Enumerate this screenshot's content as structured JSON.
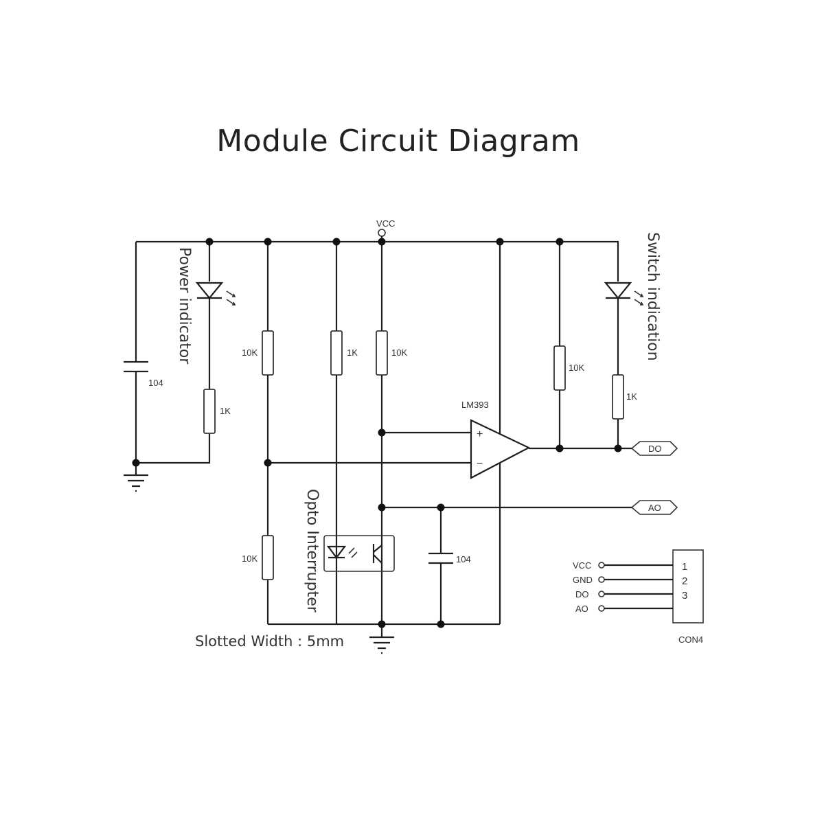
{
  "title": "Module Circuit Diagram",
  "labels": {
    "vcc": "VCC",
    "power_indicator": "Power indicator",
    "switch_indication": "Switch indication",
    "opto_interrupter": "Opto Interrupter",
    "slotted_width": "Slotted Width : 5mm",
    "comparator": "LM393",
    "comparator_plus": "+",
    "comparator_minus": "−"
  },
  "components": {
    "cap_power": "104",
    "cap_ao": "104",
    "r_power_led": "1K",
    "r_divider_top": "10K",
    "r_divider_bottom": "10K",
    "r_opto_led": "1K",
    "r_opto_pullup": "10K",
    "r_output_pullup": "10K",
    "r_switch_led": "1K"
  },
  "ports": {
    "do": "DO",
    "ao": "AO"
  },
  "connector": {
    "name": "CON4",
    "pins": [
      "1",
      "2",
      "3"
    ],
    "signals": [
      "VCC",
      "GND",
      "DO",
      "AO"
    ]
  }
}
